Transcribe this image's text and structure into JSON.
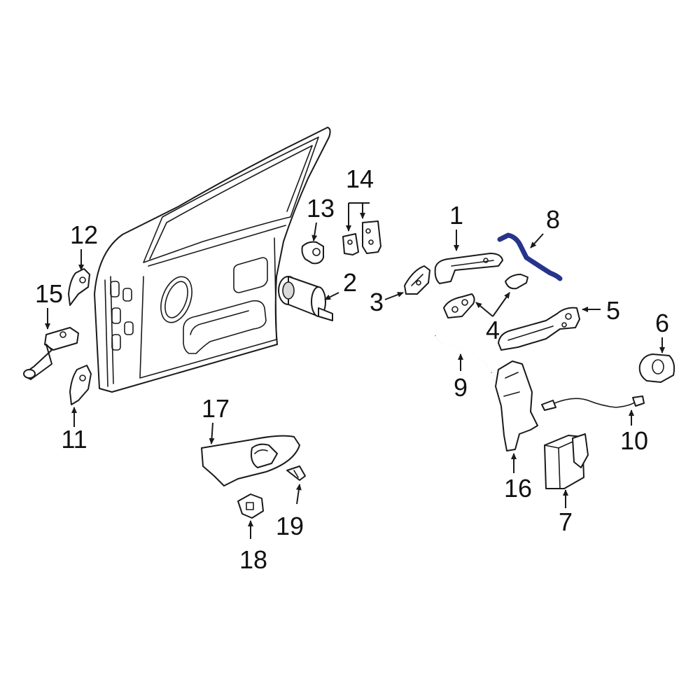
{
  "colors": {
    "highlight": "#27348b",
    "line": "#1a1a1a",
    "background": "#ffffff"
  },
  "callouts": {
    "c1": "1",
    "c2": "2",
    "c3": "3",
    "c4": "4",
    "c5": "5",
    "c6": "6",
    "c7": "7",
    "c8": "8",
    "c9": "9",
    "c10": "10",
    "c11": "11",
    "c12": "12",
    "c13": "13",
    "c14": "14",
    "c15": "15",
    "c16": "16",
    "c17": "17",
    "c18": "18",
    "c19": "19"
  },
  "highlighted_part": "8"
}
